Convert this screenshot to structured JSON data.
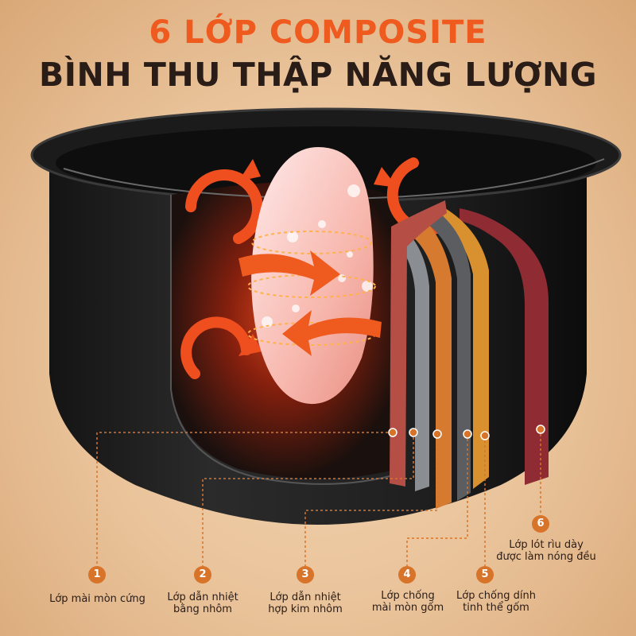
{
  "title": {
    "line1": "6 LỚP COMPOSITE",
    "line2": "BÌNH THU THẬP NĂNG LƯỢNG"
  },
  "colors": {
    "accent": "#ef5a1f",
    "title_dark": "#2a1c16",
    "marker": "#d7742a",
    "layer_outer": "#b54f45",
    "layer_silver": "#8a8d91",
    "layer_orange": "#d57a2f",
    "layer_gray": "#5b5d61",
    "layer_gold": "#d9902f",
    "layer_red": "#8e2b33"
  },
  "icons": [
    "circular-arrow-icon",
    "heat-arrow-icon",
    "rice-grain-icon"
  ],
  "layers": [
    {
      "number": "1",
      "line1": "Lớp mài mòn cứng",
      "line2": ""
    },
    {
      "number": "2",
      "line1": "Lớp dẫn nhiệt",
      "line2": "bằng nhôm"
    },
    {
      "number": "3",
      "line1": "Lớp dẫn nhiệt",
      "line2": "hợp kim nhôm"
    },
    {
      "number": "4",
      "line1": "Lớp chống",
      "line2": "mài mòn gốm"
    },
    {
      "number": "5",
      "line1": "Lớp chống dính",
      "line2": "tinh thể gốm"
    },
    {
      "number": "6",
      "line1": "Lớp lót rìu dày",
      "line2": "được làm nóng đều"
    }
  ]
}
